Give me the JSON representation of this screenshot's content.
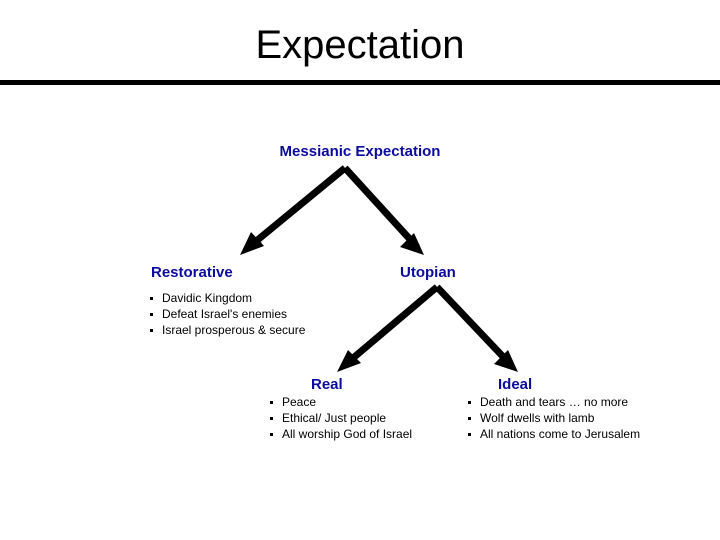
{
  "slide": {
    "title": "Expectation",
    "colors": {
      "heading_blue": "#0b0b9c",
      "text_black": "#000000",
      "background": "#ffffff",
      "rule": "#000000",
      "arrow": "#000000"
    }
  },
  "diagram": {
    "root": {
      "label": "Messianic Expectation"
    },
    "branches": [
      {
        "label": "Restorative",
        "bullets": [
          "Davidic Kingdom",
          "Defeat Israel's enemies",
          "Israel prosperous & secure"
        ]
      },
      {
        "label": "Utopian",
        "bullets": [],
        "children": [
          {
            "label": "Real",
            "bullets": [
              "Peace",
              "Ethical/ Just people",
              "All worship God of Israel"
            ]
          },
          {
            "label": "Ideal",
            "bullets": [
              "Death and tears … no more",
              "Wolf dwells with lamb",
              "All nations come to Jerusalem"
            ]
          }
        ]
      }
    ]
  }
}
